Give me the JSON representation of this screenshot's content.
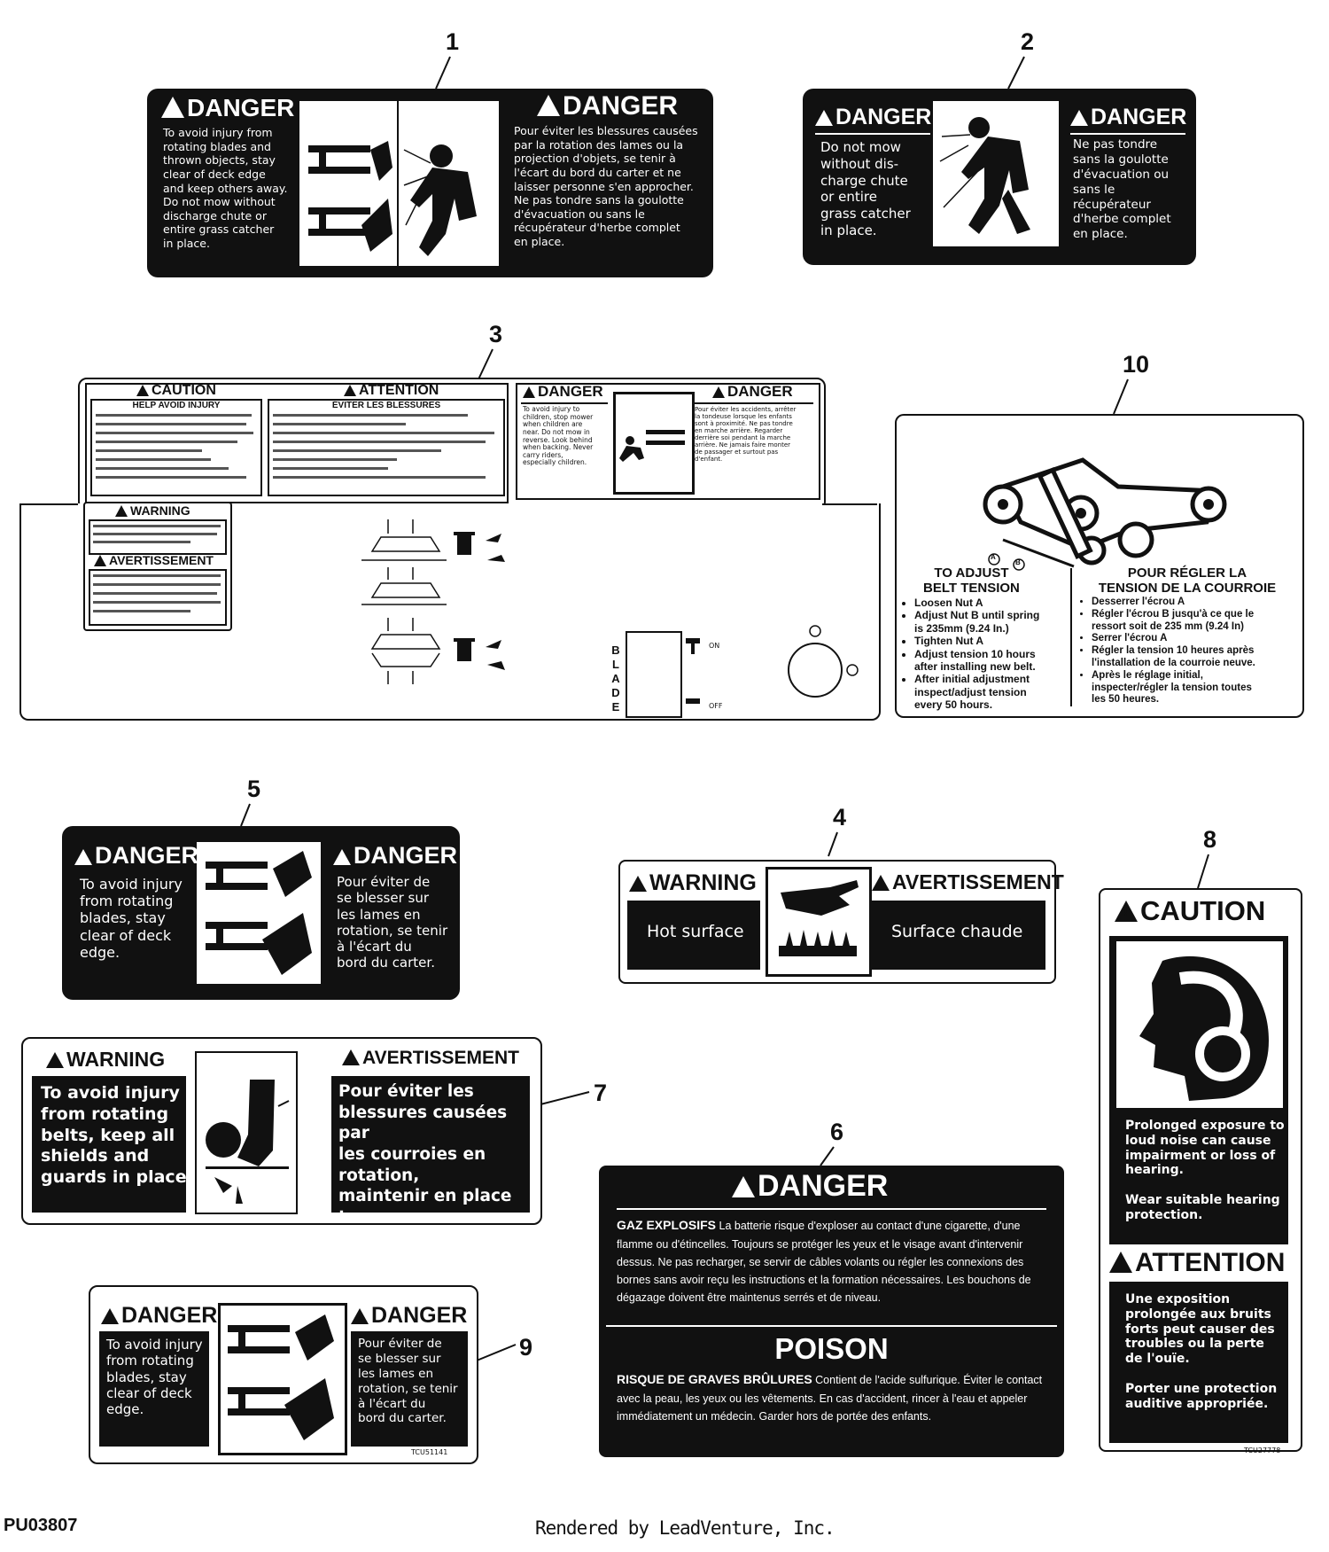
{
  "callouts": [
    "1",
    "2",
    "3",
    "10",
    "5",
    "4",
    "8",
    "7",
    "6",
    "9"
  ],
  "decal1": {
    "left_head": "DANGER",
    "left_text": "To avoid injury from\nrotating blades and\nthrown objects, stay\nclear of deck edge\nand keep others away.\nDo not mow without\ndischarge chute or\nentire grass catcher\nin place.",
    "right_head": "DANGER",
    "right_text": "Pour éviter les blessures causées\npar la rotation des lames ou la\nprojection d'objets, se tenir à\nl'écart du bord du carter et ne\nlaisser personne s'en approcher.\nNe pas tondre sans la goulotte\nd'évacuation ou sans le\nrécupérateur d'herbe complet\nen place."
  },
  "decal2": {
    "left_head": "DANGER",
    "left_text": "Do not mow\nwithout dis-\ncharge chute\nor entire\ngrass catcher\nin place.",
    "right_head": "DANGER",
    "right_text": "Ne pas tondre\nsans la goulotte\nd'évacuation ou\nsans le\nrécupérateur\nd'herbe complet\nen place."
  },
  "decal3": {
    "caution_head": "CAUTION",
    "caution_sub": "HELP AVOID INJURY",
    "attention_head": "ATTENTION",
    "attention_sub": "ÉVITER LES BLESSURES",
    "danger_left_head": "DANGER",
    "danger_left_text": "To avoid injury to\nchildren, stop mower\nwhen children are\nnear. Do not mow in\nreverse. Look behind\nwhen backing. Never\ncarry riders,\nespecially children.",
    "danger_right_head": "DANGER",
    "danger_right_text": "Pour éviter les accidents, arrêter\nla tondeuse lorsque les enfants\nsont à proximité. Ne pas tondre\nen marche arrière. Regarder\nderrière soi pendant la marche\narrière. Ne jamais faire monter\nde passager et surtout pas\nd'enfant.",
    "warning_head": "WARNING",
    "avertissement_head": "AVERTISSEMENT",
    "blade_letters": [
      "B",
      "L",
      "A",
      "D",
      "E"
    ],
    "on_label": "ON",
    "off_label": "OFF"
  },
  "decal10": {
    "en_head": "TO ADJUST\nBELT TENSION",
    "en_items": [
      "Loosen Nut A",
      "Adjust Nut B until spring\nis 235mm (9.24 In.)",
      "Tighten Nut A",
      "Adjust tension 10 hours\nafter installing new belt.",
      "After initial adjustment\ninspect/adjust tension\nevery 50 hours."
    ],
    "fr_head": "POUR RÉGLER LA\nTENSION DE LA COURROIE",
    "fr_items": [
      "Desserrer l'écrou A",
      "Régler l'écrou B jusqu'à ce que le\nressort soit de 235 mm (9.24 In)",
      "Serrer l'écrou A",
      "Régler la tension 10 heures après\nl'installation de la courroie neuve.",
      "Après le réglage initial,\ninspecter/régler la tension toutes\nles 50 heures."
    ],
    "label_a": "A",
    "label_b": "B"
  },
  "decal5": {
    "left_head": "DANGER",
    "left_text": "To avoid injury\nfrom rotating\nblades, stay\nclear of deck\nedge.",
    "right_head": "DANGER",
    "right_text": "Pour éviter de\nse blesser sur\nles lames en\nrotation, se tenir\nà l'écart du\nbord du carter."
  },
  "decal4": {
    "left_head": "WARNING",
    "left_text": "Hot surface",
    "right_head": "AVERTISSEMENT",
    "right_text": "Surface chaude"
  },
  "decal8": {
    "head": "CAUTION",
    "text": "Prolonged exposure to\nloud noise can cause\nimpairment or loss of\nhearing.\n\nWear suitable hearing\nprotection.",
    "fr_head": "ATTENTION",
    "fr_text": "Une exposition\nprolongée aux bruits\nforts peut causer des\ntroubles ou la perte\nde l'ouïe.\n\nPorter une protection\nauditive appropriée.",
    "code": "TCU27778"
  },
  "decal7": {
    "left_head": "WARNING",
    "left_text": "To avoid injury\nfrom rotating\nbelts, keep all\nshields and\nguards in place.",
    "right_head": "AVERTISSEMENT",
    "right_text": "Pour éviter les\nblessures causées par\nles courroies en rotation,\nmaintenir en place tous\nles carters et dispositifs\nde protection."
  },
  "decal6": {
    "head": "DANGER",
    "text1_lead": "GAZ EXPLOSIFS",
    "text1": " La batterie risque d'exploser au contact d'une cigarette, d'une flamme ou d'étincelles. Toujours se protéger les yeux et le visage avant d'intervenir dessus. Ne pas recharger, se servir de câbles volants ou régler les connexions des bornes sans avoir reçu les instructions et la formation nécessaires. Les bouchons de dégazage doivent être maintenus serrés et de niveau.",
    "poison_head": "POISON",
    "text2_lead": "RISQUE DE GRAVES BRÛLURES",
    "text2": " Contient de l'acide sulfurique. Éviter le contact avec la peau, les yeux ou les vêtements. En cas d'accident, rincer à l'eau et appeler immédiatement un médecin. Garder hors de portée des enfants."
  },
  "decal9": {
    "left_head": "DANGER",
    "left_text": "To avoid injury\nfrom rotating\nblades, stay\nclear of deck\nedge.",
    "right_head": "DANGER",
    "right_text": "Pour éviter de\nse blesser sur\nles lames en\nrotation, se tenir\nà l'écart du\nbord du carter.",
    "code": "TCU51141"
  },
  "footer": {
    "diagram_code": "PU03807",
    "credit": "Rendered by LeadVenture, Inc."
  }
}
